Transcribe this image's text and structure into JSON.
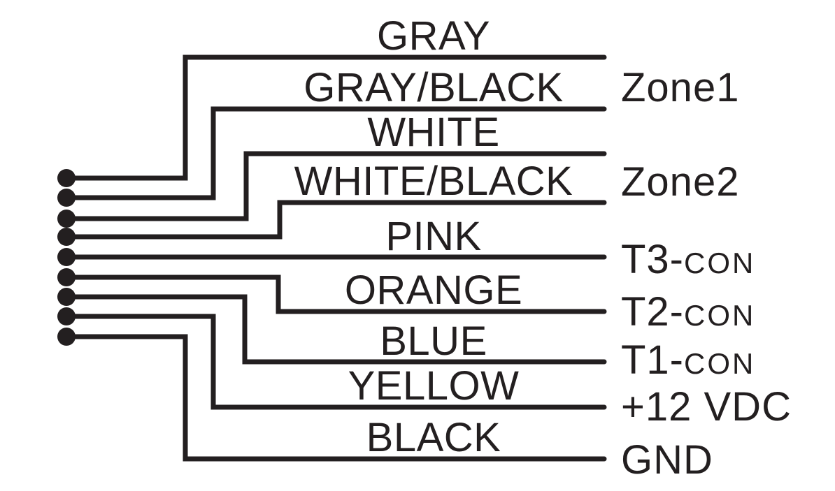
{
  "diagram": {
    "connector": {
      "pin_count": 9
    },
    "wires": [
      {
        "label": "GRAY"
      },
      {
        "label": "GRAY/BLACK"
      },
      {
        "label": "WHITE"
      },
      {
        "label": "WHITE/BLACK"
      },
      {
        "label": "PINK"
      },
      {
        "label": "ORANGE"
      },
      {
        "label": "BLUE"
      },
      {
        "label": "YELLOW"
      },
      {
        "label": "BLACK"
      }
    ],
    "terminals": [
      {
        "label": "Zone1",
        "main": "Zone1",
        "small": "",
        "wires": [
          "GRAY",
          "GRAY/BLACK"
        ]
      },
      {
        "label": "Zone2",
        "main": "Zone2",
        "small": "",
        "wires": [
          "WHITE",
          "WHITE/BLACK"
        ]
      },
      {
        "label": "T3-CON",
        "main": "T3-",
        "small": "CON",
        "wires": [
          "PINK"
        ]
      },
      {
        "label": "T2-CON",
        "main": "T2-",
        "small": "CON",
        "wires": [
          "ORANGE"
        ]
      },
      {
        "label": "T1-CON",
        "main": "T1-",
        "small": "CON",
        "wires": [
          "BLUE"
        ]
      },
      {
        "label": "+12 VDC",
        "main": "+12 VDC",
        "small": "",
        "wires": [
          "YELLOW"
        ]
      },
      {
        "label": "GND",
        "main": "GND",
        "small": "",
        "wires": [
          "BLACK"
        ]
      }
    ],
    "colors": {
      "ink": "#231f20",
      "background": "#ffffff"
    }
  }
}
